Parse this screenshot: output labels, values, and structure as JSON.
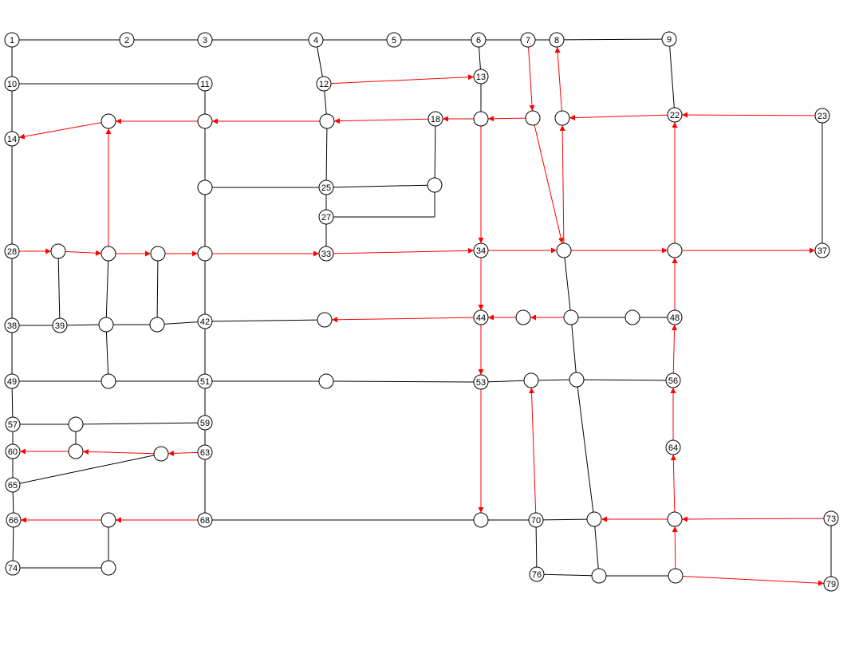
{
  "colors": {
    "background": "#ffffff",
    "plain_edge": "#000000",
    "directed_edge": "#ff0000",
    "node_stroke": "#000000",
    "node_fill": "#ffffff"
  },
  "nodes": [
    {
      "id": "n1",
      "label": "1"
    },
    {
      "id": "n2",
      "label": "2"
    },
    {
      "id": "n3",
      "label": "3"
    },
    {
      "id": "n4",
      "label": "4"
    },
    {
      "id": "n5",
      "label": "5"
    },
    {
      "id": "n6",
      "label": "6"
    },
    {
      "id": "n7",
      "label": "7"
    },
    {
      "id": "n8",
      "label": "8"
    },
    {
      "id": "n9",
      "label": "9"
    },
    {
      "id": "n10",
      "label": "10"
    },
    {
      "id": "n11",
      "label": "11"
    },
    {
      "id": "n12",
      "label": "12"
    },
    {
      "id": "n13",
      "label": "13"
    },
    {
      "id": "n14",
      "label": "14"
    },
    {
      "id": "u15",
      "label": ""
    },
    {
      "id": "u16",
      "label": ""
    },
    {
      "id": "u17",
      "label": ""
    },
    {
      "id": "n18",
      "label": "18"
    },
    {
      "id": "u19",
      "label": ""
    },
    {
      "id": "u20",
      "label": ""
    },
    {
      "id": "u21",
      "label": ""
    },
    {
      "id": "n22",
      "label": "22"
    },
    {
      "id": "n23",
      "label": "23"
    },
    {
      "id": "u24",
      "label": ""
    },
    {
      "id": "n25",
      "label": "25"
    },
    {
      "id": "u26",
      "label": ""
    },
    {
      "id": "n27",
      "label": "27"
    },
    {
      "id": "n28",
      "label": "28"
    },
    {
      "id": "u29",
      "label": ""
    },
    {
      "id": "u30",
      "label": ""
    },
    {
      "id": "u31",
      "label": ""
    },
    {
      "id": "u32",
      "label": ""
    },
    {
      "id": "n33",
      "label": "33"
    },
    {
      "id": "n34",
      "label": "34"
    },
    {
      "id": "u35",
      "label": ""
    },
    {
      "id": "u36",
      "label": ""
    },
    {
      "id": "n37",
      "label": "37"
    },
    {
      "id": "n38",
      "label": "38"
    },
    {
      "id": "n39",
      "label": "39"
    },
    {
      "id": "u40",
      "label": ""
    },
    {
      "id": "u41",
      "label": ""
    },
    {
      "id": "n42",
      "label": "42"
    },
    {
      "id": "u43",
      "label": ""
    },
    {
      "id": "n44",
      "label": "44"
    },
    {
      "id": "u45",
      "label": ""
    },
    {
      "id": "u46",
      "label": ""
    },
    {
      "id": "u47",
      "label": ""
    },
    {
      "id": "n48",
      "label": "48"
    },
    {
      "id": "n49",
      "label": "49"
    },
    {
      "id": "u50",
      "label": ""
    },
    {
      "id": "n51",
      "label": "51"
    },
    {
      "id": "u52",
      "label": ""
    },
    {
      "id": "n53",
      "label": "53"
    },
    {
      "id": "u54",
      "label": ""
    },
    {
      "id": "u55",
      "label": ""
    },
    {
      "id": "n56",
      "label": "56"
    },
    {
      "id": "n57",
      "label": "57"
    },
    {
      "id": "u58",
      "label": ""
    },
    {
      "id": "n59",
      "label": "59"
    },
    {
      "id": "n60",
      "label": "60"
    },
    {
      "id": "u61",
      "label": ""
    },
    {
      "id": "u62",
      "label": ""
    },
    {
      "id": "n63",
      "label": "63"
    },
    {
      "id": "n64",
      "label": "64"
    },
    {
      "id": "n65",
      "label": "65"
    },
    {
      "id": "n66",
      "label": "66"
    },
    {
      "id": "u67",
      "label": ""
    },
    {
      "id": "n68",
      "label": "68"
    },
    {
      "id": "u69",
      "label": ""
    },
    {
      "id": "n70",
      "label": "70"
    },
    {
      "id": "u71",
      "label": ""
    },
    {
      "id": "u72",
      "label": ""
    },
    {
      "id": "n73",
      "label": "73"
    },
    {
      "id": "n74",
      "label": "74"
    },
    {
      "id": "u75",
      "label": ""
    },
    {
      "id": "n76",
      "label": "76"
    },
    {
      "id": "u77",
      "label": ""
    },
    {
      "id": "u78",
      "label": ""
    },
    {
      "id": "n79",
      "label": "79"
    }
  ],
  "edges": [
    {
      "from": "n1",
      "to": "n2",
      "directed": false
    },
    {
      "from": "n2",
      "to": "n3",
      "directed": false
    },
    {
      "from": "n3",
      "to": "n4",
      "directed": false
    },
    {
      "from": "n4",
      "to": "n5",
      "directed": false
    },
    {
      "from": "n5",
      "to": "n6",
      "directed": false
    },
    {
      "from": "n6",
      "to": "n7",
      "directed": false
    },
    {
      "from": "n7",
      "to": "n8",
      "directed": false
    },
    {
      "from": "n8",
      "to": "n9",
      "directed": false
    },
    {
      "from": "n1",
      "to": "n10",
      "directed": false
    },
    {
      "from": "n10",
      "to": "n11",
      "directed": false
    },
    {
      "from": "n10",
      "to": "n14",
      "directed": false
    },
    {
      "from": "n4",
      "to": "n12",
      "directed": false
    },
    {
      "from": "n6",
      "to": "n13",
      "directed": false
    },
    {
      "from": "n13",
      "to": "u19",
      "directed": false
    },
    {
      "from": "n9",
      "to": "n22",
      "directed": false
    },
    {
      "from": "n11",
      "to": "u16",
      "directed": false
    },
    {
      "from": "n12",
      "to": "u17",
      "directed": false
    },
    {
      "from": "u16",
      "to": "u24",
      "directed": false
    },
    {
      "from": "u24",
      "to": "n25",
      "directed": false
    },
    {
      "from": "n25",
      "to": "u26",
      "directed": false
    },
    {
      "from": "u17",
      "to": "n25",
      "directed": false
    },
    {
      "from": "n25",
      "to": "n27",
      "directed": false
    },
    {
      "from": "n27",
      "to": "n33",
      "directed": false
    },
    {
      "from": "n27",
      "to": "u26b",
      "directed": false
    },
    {
      "from": "n18",
      "to": "u26",
      "directed": false
    },
    {
      "from": "u24",
      "to": "u32",
      "directed": false
    },
    {
      "from": "n14",
      "to": "n28",
      "directed": false
    },
    {
      "from": "n28",
      "to": "n38",
      "directed": false
    },
    {
      "from": "n38",
      "to": "n49",
      "directed": false
    },
    {
      "from": "n49",
      "to": "n57",
      "directed": false
    },
    {
      "from": "n57",
      "to": "n60",
      "directed": false
    },
    {
      "from": "n60",
      "to": "n65",
      "directed": false
    },
    {
      "from": "n65",
      "to": "n66",
      "directed": false
    },
    {
      "from": "n66",
      "to": "n74",
      "directed": false
    },
    {
      "from": "n74",
      "to": "u75",
      "directed": false
    },
    {
      "from": "u75",
      "to": "u67",
      "directed": false
    },
    {
      "from": "u29",
      "to": "n39",
      "directed": false
    },
    {
      "from": "n38",
      "to": "n39",
      "directed": false
    },
    {
      "from": "n39",
      "to": "u40",
      "directed": false
    },
    {
      "from": "u40",
      "to": "u41",
      "directed": false
    },
    {
      "from": "u41",
      "to": "n42",
      "directed": false
    },
    {
      "from": "u30",
      "to": "u40",
      "directed": false
    },
    {
      "from": "u40",
      "to": "u50",
      "directed": false
    },
    {
      "from": "u31",
      "to": "u41",
      "directed": false
    },
    {
      "from": "u32",
      "to": "n42",
      "directed": false
    },
    {
      "from": "n42",
      "to": "u43",
      "directed": false
    },
    {
      "from": "n42",
      "to": "n51",
      "directed": false
    },
    {
      "from": "n49",
      "to": "u50",
      "directed": false
    },
    {
      "from": "u50",
      "to": "n51",
      "directed": false
    },
    {
      "from": "n51",
      "to": "u52",
      "directed": false
    },
    {
      "from": "u52",
      "to": "n53",
      "directed": false
    },
    {
      "from": "n53",
      "to": "u54",
      "directed": false
    },
    {
      "from": "u54",
      "to": "u55",
      "directed": false
    },
    {
      "from": "u55",
      "to": "n56",
      "directed": false
    },
    {
      "from": "n51",
      "to": "n59",
      "directed": false
    },
    {
      "from": "n57",
      "to": "u58",
      "directed": false
    },
    {
      "from": "u58",
      "to": "n59",
      "directed": false
    },
    {
      "from": "u58",
      "to": "u61",
      "directed": false
    },
    {
      "from": "n59",
      "to": "n63",
      "directed": false
    },
    {
      "from": "n65",
      "to": "u62",
      "directed": false
    },
    {
      "from": "n63",
      "to": "n68",
      "directed": false
    },
    {
      "from": "n68",
      "to": "u69",
      "directed": false
    },
    {
      "from": "u69",
      "to": "n70",
      "directed": false
    },
    {
      "from": "n70",
      "to": "u71",
      "directed": false
    },
    {
      "from": "n70",
      "to": "n76",
      "directed": false
    },
    {
      "from": "n76",
      "to": "u77",
      "directed": false
    },
    {
      "from": "u77",
      "to": "u78",
      "directed": false
    },
    {
      "from": "n73",
      "to": "n79",
      "directed": false
    },
    {
      "from": "u35",
      "to": "u46",
      "directed": false
    },
    {
      "from": "u46",
      "to": "u55",
      "directed": false
    },
    {
      "from": "u55",
      "to": "u71",
      "directed": false
    },
    {
      "from": "u71",
      "to": "u77",
      "directed": false
    },
    {
      "from": "u46",
      "to": "u47",
      "directed": false
    },
    {
      "from": "u47",
      "to": "n48",
      "directed": false
    },
    {
      "from": "n23",
      "to": "n37",
      "directed": false
    },
    {
      "from": "n12",
      "to": "n13",
      "directed": true
    },
    {
      "from": "n7",
      "to": "u20",
      "directed": true
    },
    {
      "from": "u21",
      "to": "n8",
      "directed": true
    },
    {
      "from": "u20",
      "to": "u35",
      "directed": true
    },
    {
      "from": "u35",
      "to": "u21",
      "directed": true
    },
    {
      "from": "n23",
      "to": "n22",
      "directed": true
    },
    {
      "from": "n22",
      "to": "u21",
      "directed": true
    },
    {
      "from": "u20",
      "to": "u19",
      "directed": true
    },
    {
      "from": "u19",
      "to": "n18",
      "directed": true
    },
    {
      "from": "n18",
      "to": "u17",
      "directed": true
    },
    {
      "from": "u17",
      "to": "u16",
      "directed": true
    },
    {
      "from": "u16",
      "to": "u15",
      "directed": true
    },
    {
      "from": "u15",
      "to": "n14",
      "directed": true
    },
    {
      "from": "u30",
      "to": "u15",
      "directed": true
    },
    {
      "from": "n28",
      "to": "u29",
      "directed": true
    },
    {
      "from": "u29",
      "to": "u30",
      "directed": true
    },
    {
      "from": "u30",
      "to": "u31",
      "directed": true
    },
    {
      "from": "u31",
      "to": "u32",
      "directed": true
    },
    {
      "from": "u32",
      "to": "n33",
      "directed": true
    },
    {
      "from": "n33",
      "to": "n34",
      "directed": true
    },
    {
      "from": "n34",
      "to": "u35",
      "directed": true
    },
    {
      "from": "u35",
      "to": "u36",
      "directed": true
    },
    {
      "from": "u36",
      "to": "n37",
      "directed": true
    },
    {
      "from": "u36",
      "to": "n22",
      "directed": true
    },
    {
      "from": "u19",
      "to": "n34",
      "directed": true
    },
    {
      "from": "n34",
      "to": "n44",
      "directed": true
    },
    {
      "from": "n48",
      "to": "u36",
      "directed": true
    },
    {
      "from": "u46",
      "to": "u45",
      "directed": true
    },
    {
      "from": "u45",
      "to": "n44",
      "directed": true
    },
    {
      "from": "n44",
      "to": "u43",
      "directed": true
    },
    {
      "from": "n44",
      "to": "n53",
      "directed": true
    },
    {
      "from": "n56",
      "to": "n48",
      "directed": true
    },
    {
      "from": "n64",
      "to": "n56",
      "directed": true
    },
    {
      "from": "n53",
      "to": "u69",
      "directed": true
    },
    {
      "from": "n70",
      "to": "u54",
      "directed": true
    },
    {
      "from": "u72",
      "to": "n64",
      "directed": true
    },
    {
      "from": "n73",
      "to": "u72",
      "directed": true
    },
    {
      "from": "u72",
      "to": "u71",
      "directed": true
    },
    {
      "from": "u78",
      "to": "u72",
      "directed": true
    },
    {
      "from": "u78",
      "to": "n79",
      "directed": true
    },
    {
      "from": "n68",
      "to": "u67",
      "directed": true
    },
    {
      "from": "u67",
      "to": "n66",
      "directed": true
    },
    {
      "from": "n63",
      "to": "u62",
      "directed": true
    },
    {
      "from": "u62",
      "to": "u61",
      "directed": true
    },
    {
      "from": "u61",
      "to": "n60",
      "directed": true
    }
  ]
}
